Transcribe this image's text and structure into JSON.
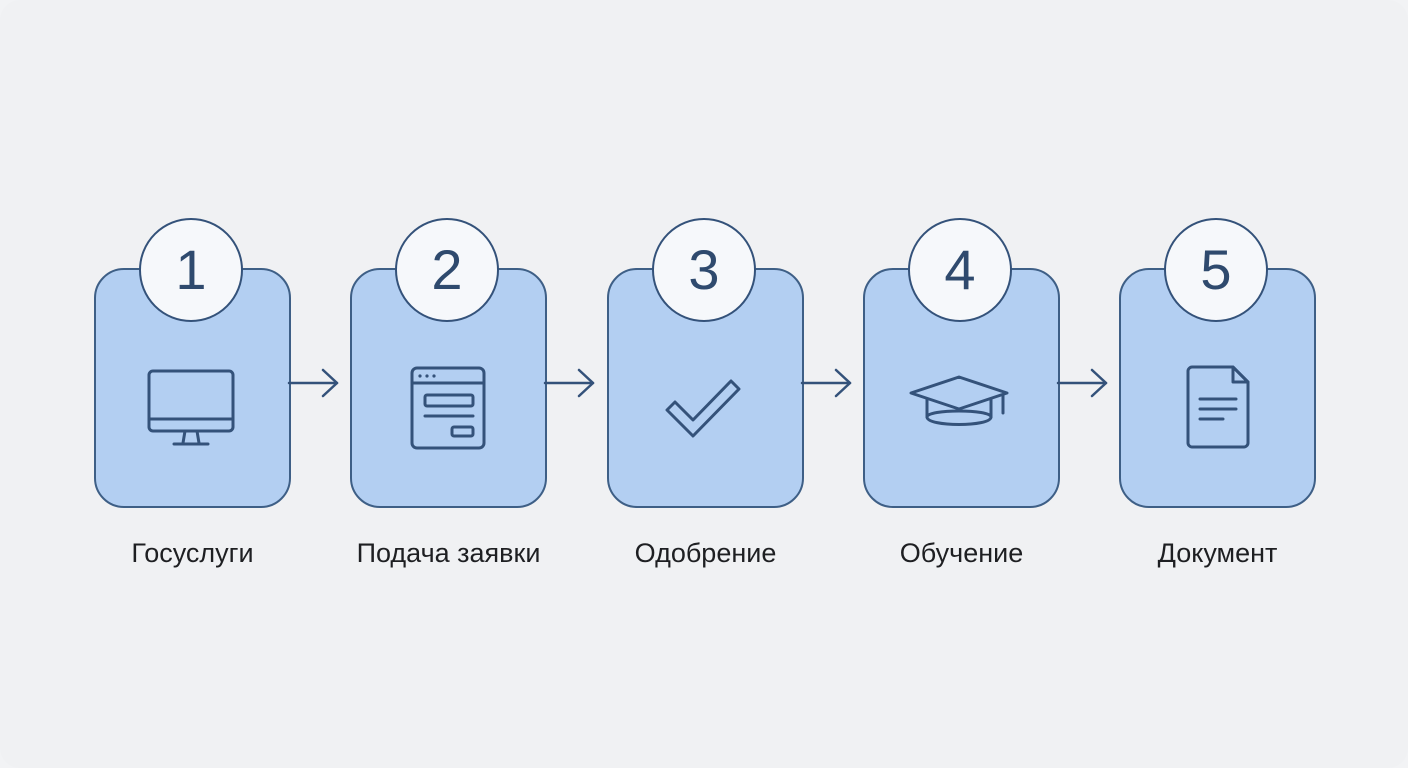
{
  "diagram": {
    "steps": [
      {
        "number": "1",
        "label": "Госуслуги",
        "icon": "monitor-icon"
      },
      {
        "number": "2",
        "label": "Подача заявки",
        "icon": "browser-form-icon"
      },
      {
        "number": "3",
        "label": "Одобрение",
        "icon": "checkmark-icon"
      },
      {
        "number": "4",
        "label": "Обучение",
        "icon": "graduation-cap-icon"
      },
      {
        "number": "5",
        "label": "Документ",
        "icon": "document-icon"
      }
    ],
    "colors": {
      "background": "#f0f1f3",
      "card_fill": "#b3cff2",
      "card_stroke": "#3e5f86",
      "badge_fill": "#f6f8fb",
      "ink": "#2f4a6e",
      "label_text": "#1e1f22"
    }
  }
}
